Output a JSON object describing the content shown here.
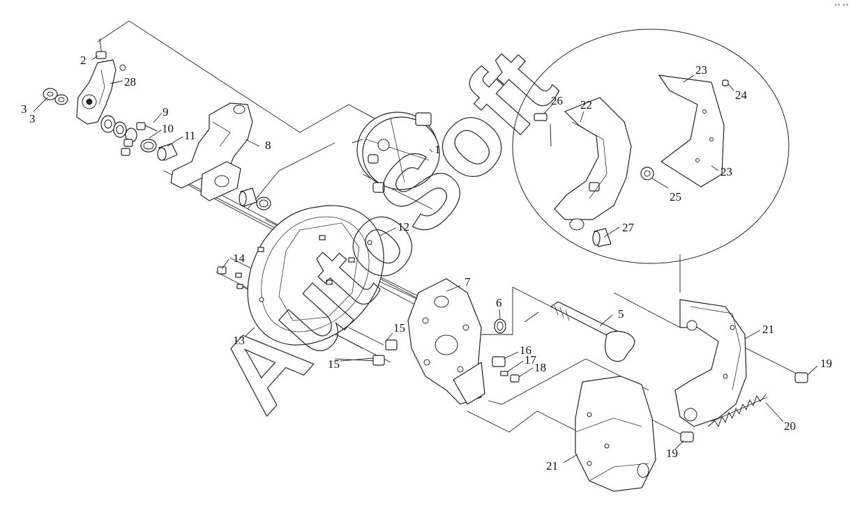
{
  "watermark": {
    "text": "AutoSoft"
  },
  "corner_mark": "°° °°",
  "callouts": {
    "c1": "1",
    "c2": "2",
    "c3a": "3",
    "c3b": "3",
    "c5": "5",
    "c6": "6",
    "c7": "7",
    "c8": "8",
    "c9": "9",
    "c10": "10",
    "c11": "11",
    "c12": "12",
    "c13": "13",
    "c14": "14",
    "c15a": "15",
    "c15b": "15",
    "c16": "16",
    "c17": "17",
    "c18": "18",
    "c19a": "19",
    "c19b": "19",
    "c20": "20",
    "c21a": "21",
    "c21b": "21",
    "c22": "22",
    "c23a": "23",
    "c23b": "23",
    "c24": "24",
    "c25": "25",
    "c26": "26",
    "c27": "27",
    "c28": "28"
  }
}
